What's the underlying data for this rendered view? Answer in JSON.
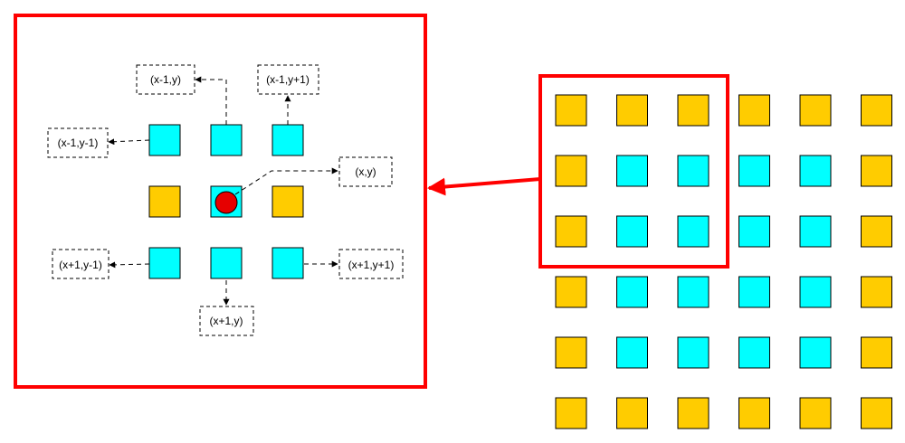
{
  "colors": {
    "gold": "#FFCC00",
    "cyan": "#00FFFF",
    "highlight": "#FF0000",
    "dot": "#E60000"
  },
  "neighbors": {
    "top_left": "(x-1,y-1)",
    "top": "(x-1,y)",
    "top_right": "(x-1,y+1)",
    "center": "(x,y)",
    "bottom_left": "(x+1,y-1)",
    "bottom": "(x+1,y)",
    "bottom_right": "(x+1,y+1)"
  },
  "grid": [
    [
      "gold",
      "gold",
      "gold",
      "gold",
      "gold",
      "gold"
    ],
    [
      "gold",
      "cyan",
      "cyan",
      "cyan",
      "cyan",
      "gold"
    ],
    [
      "gold",
      "cyan",
      "cyan",
      "cyan",
      "cyan",
      "gold"
    ],
    [
      "gold",
      "cyan",
      "cyan",
      "cyan",
      "cyan",
      "gold"
    ],
    [
      "gold",
      "cyan",
      "cyan",
      "cyan",
      "cyan",
      "gold"
    ],
    [
      "gold",
      "gold",
      "gold",
      "gold",
      "gold",
      "gold"
    ]
  ],
  "window": [
    [
      "cyan",
      "cyan",
      "cyan"
    ],
    [
      "gold",
      "cyan",
      "gold"
    ],
    [
      "cyan",
      "cyan",
      "cyan"
    ]
  ]
}
